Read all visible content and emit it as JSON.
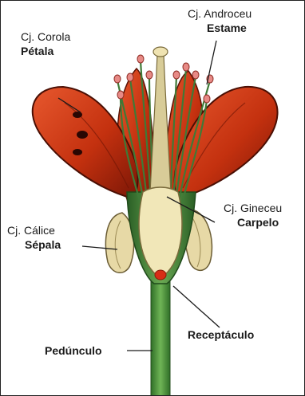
{
  "labels": {
    "corola": {
      "group": "Cj. Corola",
      "name": "Pétala"
    },
    "androceu": {
      "group": "Cj. Androceu",
      "name": "Estame"
    },
    "gineceu": {
      "group": "Cj. Gineceu",
      "name": "Carpelo"
    },
    "calice": {
      "group": "Cj. Cálice",
      "name": "Sépala"
    },
    "receptaculo": "Receptáculo",
    "pedunculo": "Pedúnculo"
  },
  "colors": {
    "petal_outer": "#c93515",
    "petal_inner": "#8a1a0a",
    "stem": "#4f9a3c",
    "stem_dark": "#2f6e27",
    "ovary": "#f1e7b8",
    "sepal": "#e7d9a6",
    "anther": "#e78a86",
    "filament": "#3f7a37",
    "ovule": "#d82d16"
  }
}
